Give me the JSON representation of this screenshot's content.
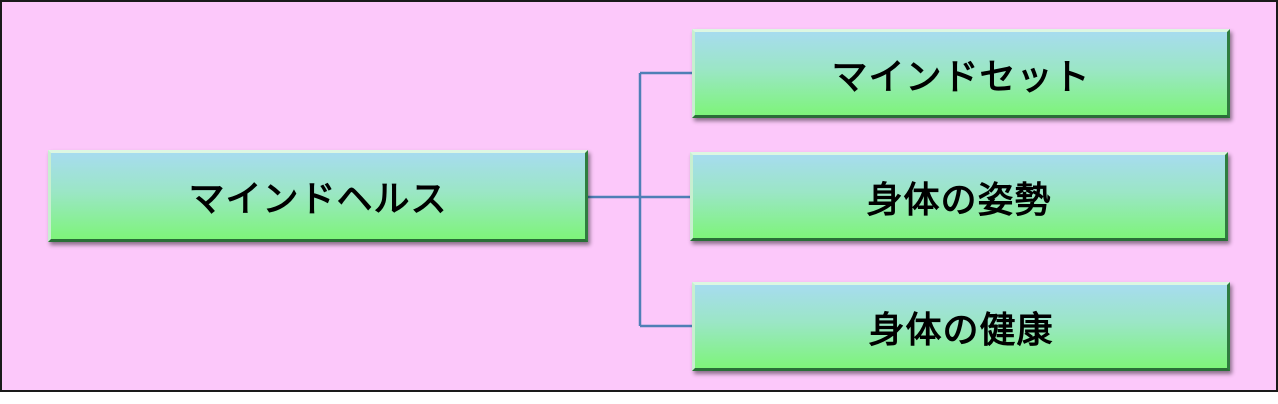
{
  "diagram": {
    "root": {
      "label": "マインドヘルス"
    },
    "children": [
      {
        "label": "マインドセット"
      },
      {
        "label": "身体の姿勢"
      },
      {
        "label": "身体の健康"
      }
    ]
  },
  "colors": {
    "background": "#fcc8fa",
    "border": "#1a1a1a",
    "connector": "#4f7fb6",
    "node_top": "#a7dcef",
    "node_bottom": "#7ef47a"
  }
}
